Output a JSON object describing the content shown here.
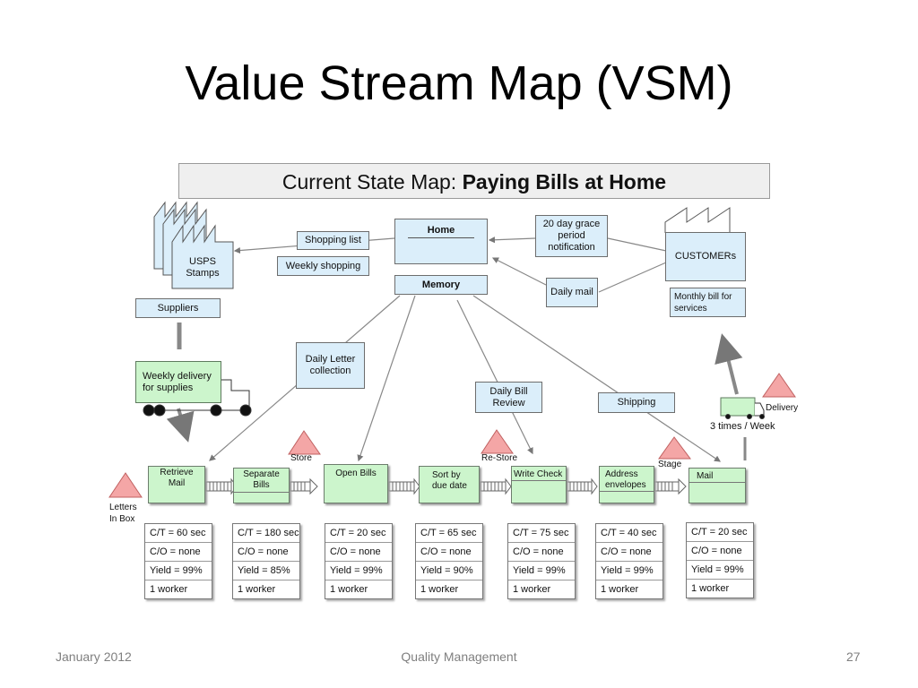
{
  "slide": {
    "title": "Value Stream Map (VSM)",
    "header_prefix": "Current State Map: ",
    "header_bold": "Paying Bills at Home"
  },
  "info_boxes": {
    "home": "Home",
    "memory": "Memory",
    "shopping_list": "Shopping list",
    "weekly_shopping": "Weekly shopping",
    "grace": "20 day grace period notification",
    "daily_mail": "Daily mail",
    "customers": "CUSTOMERs",
    "monthly_bill": "Monthly bill for services",
    "usps_stamps": "USPS Stamps",
    "suppliers": "Suppliers",
    "weekly_delivery": "Weekly delivery for supplies",
    "daily_letter": "Daily Letter collection",
    "daily_bill_review": "Daily  Bill Review",
    "shipping": "Shipping"
  },
  "labels": {
    "store": "Store",
    "re_store": "Re-Store",
    "stage": "Stage",
    "delivery": "Delivery",
    "frequency": "3 times / Week",
    "letters_in_box": "Letters In Box"
  },
  "processes": [
    {
      "name": "Retrieve Mail",
      "data": [
        "C/T = 60 sec",
        "C/O = none",
        "Yield = 99%",
        "1 worker"
      ]
    },
    {
      "name": "Separate Bills",
      "data": [
        "C/T = 180 sec",
        "C/O = none",
        "Yield = 85%",
        "1 worker"
      ]
    },
    {
      "name": "Open Bills",
      "data": [
        "C/T = 20 sec",
        "C/O = none",
        "Yield = 99%",
        "1 worker"
      ]
    },
    {
      "name": "Sort by due date",
      "data": [
        "C/T = 65 sec",
        "C/O = none",
        "Yield = 90%",
        "1 worker"
      ]
    },
    {
      "name": "Write Check",
      "data": [
        "C/T = 75 sec",
        "C/O = none",
        "Yield = 99%",
        "1 worker"
      ]
    },
    {
      "name": "Address envelopes",
      "data": [
        "C/T = 40 sec",
        "C/O = none",
        "Yield = 99%",
        "1 worker"
      ]
    },
    {
      "name": "Mail",
      "data": [
        "C/T = 20 sec",
        "C/O = none",
        "Yield = 99%",
        "1 worker"
      ]
    }
  ],
  "footer": {
    "date": "January 2012",
    "center": "Quality Management",
    "page": "27"
  },
  "colors": {
    "info_box": "#dbeefa",
    "process_box": "#ccf5cc",
    "inventory_triangle": "#f4a6a6"
  }
}
